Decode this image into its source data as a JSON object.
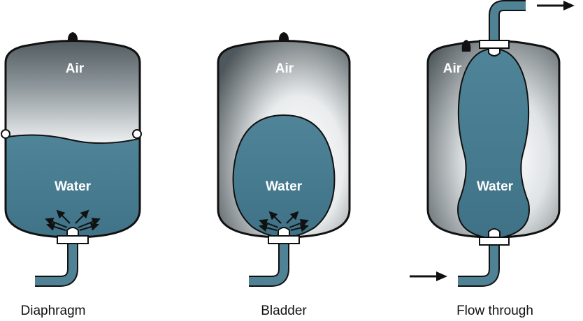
{
  "tanks": [
    {
      "type": "diaphragm",
      "air_label": "Air",
      "water_label": "Water",
      "caption": "Diaphragm"
    },
    {
      "type": "bladder",
      "air_label": "Air",
      "water_label": "Water",
      "caption": "Bladder"
    },
    {
      "type": "flow-through",
      "air_label": "Air",
      "water_label": "Water",
      "caption": "Flow through"
    }
  ],
  "colors": {
    "water": "#4a7f94",
    "pipe": "#4e8294",
    "outline": "#111111",
    "air_dark": "#4a5357",
    "air_light": "#ffffff",
    "fitting": "#ffffff"
  }
}
